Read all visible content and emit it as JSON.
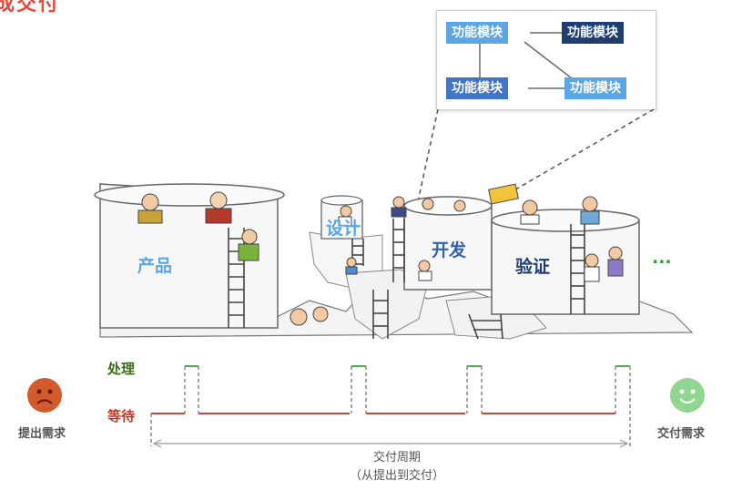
{
  "header": {
    "title_fragment": "成交付"
  },
  "callout": {
    "modules": [
      {
        "label": "功能模块",
        "tone": "light"
      },
      {
        "label": "功能模块",
        "tone": "dark"
      },
      {
        "label": "功能模块",
        "tone": "mid"
      },
      {
        "label": "功能模块",
        "tone": "light"
      }
    ]
  },
  "scene": {
    "stages": [
      {
        "label": "产品",
        "color": "#5aa6e6"
      },
      {
        "label": "设计",
        "color": "#5aa6e6"
      },
      {
        "label": "开发",
        "color": "#2f63b3"
      },
      {
        "label": "验证",
        "color": "#1d3d73"
      }
    ],
    "more": "...",
    "more_color": "#3a9a3a"
  },
  "timeline": {
    "state_high": "处理",
    "state_high_color": "#3a6b14",
    "state_low": "等待",
    "state_low_color": "#c03a2b",
    "wait_line_color": "#c04a3c",
    "process_color": "#4caf50",
    "start_label": "提出需求",
    "end_label": "交付需求",
    "cycle_label": "交付周期",
    "cycle_sub": "（从提出到交付）"
  },
  "faces": {
    "sad": "sad-face-icon",
    "happy": "happy-face-icon",
    "sad_color": "#d35a2a",
    "happy_color": "#8fd68f"
  }
}
